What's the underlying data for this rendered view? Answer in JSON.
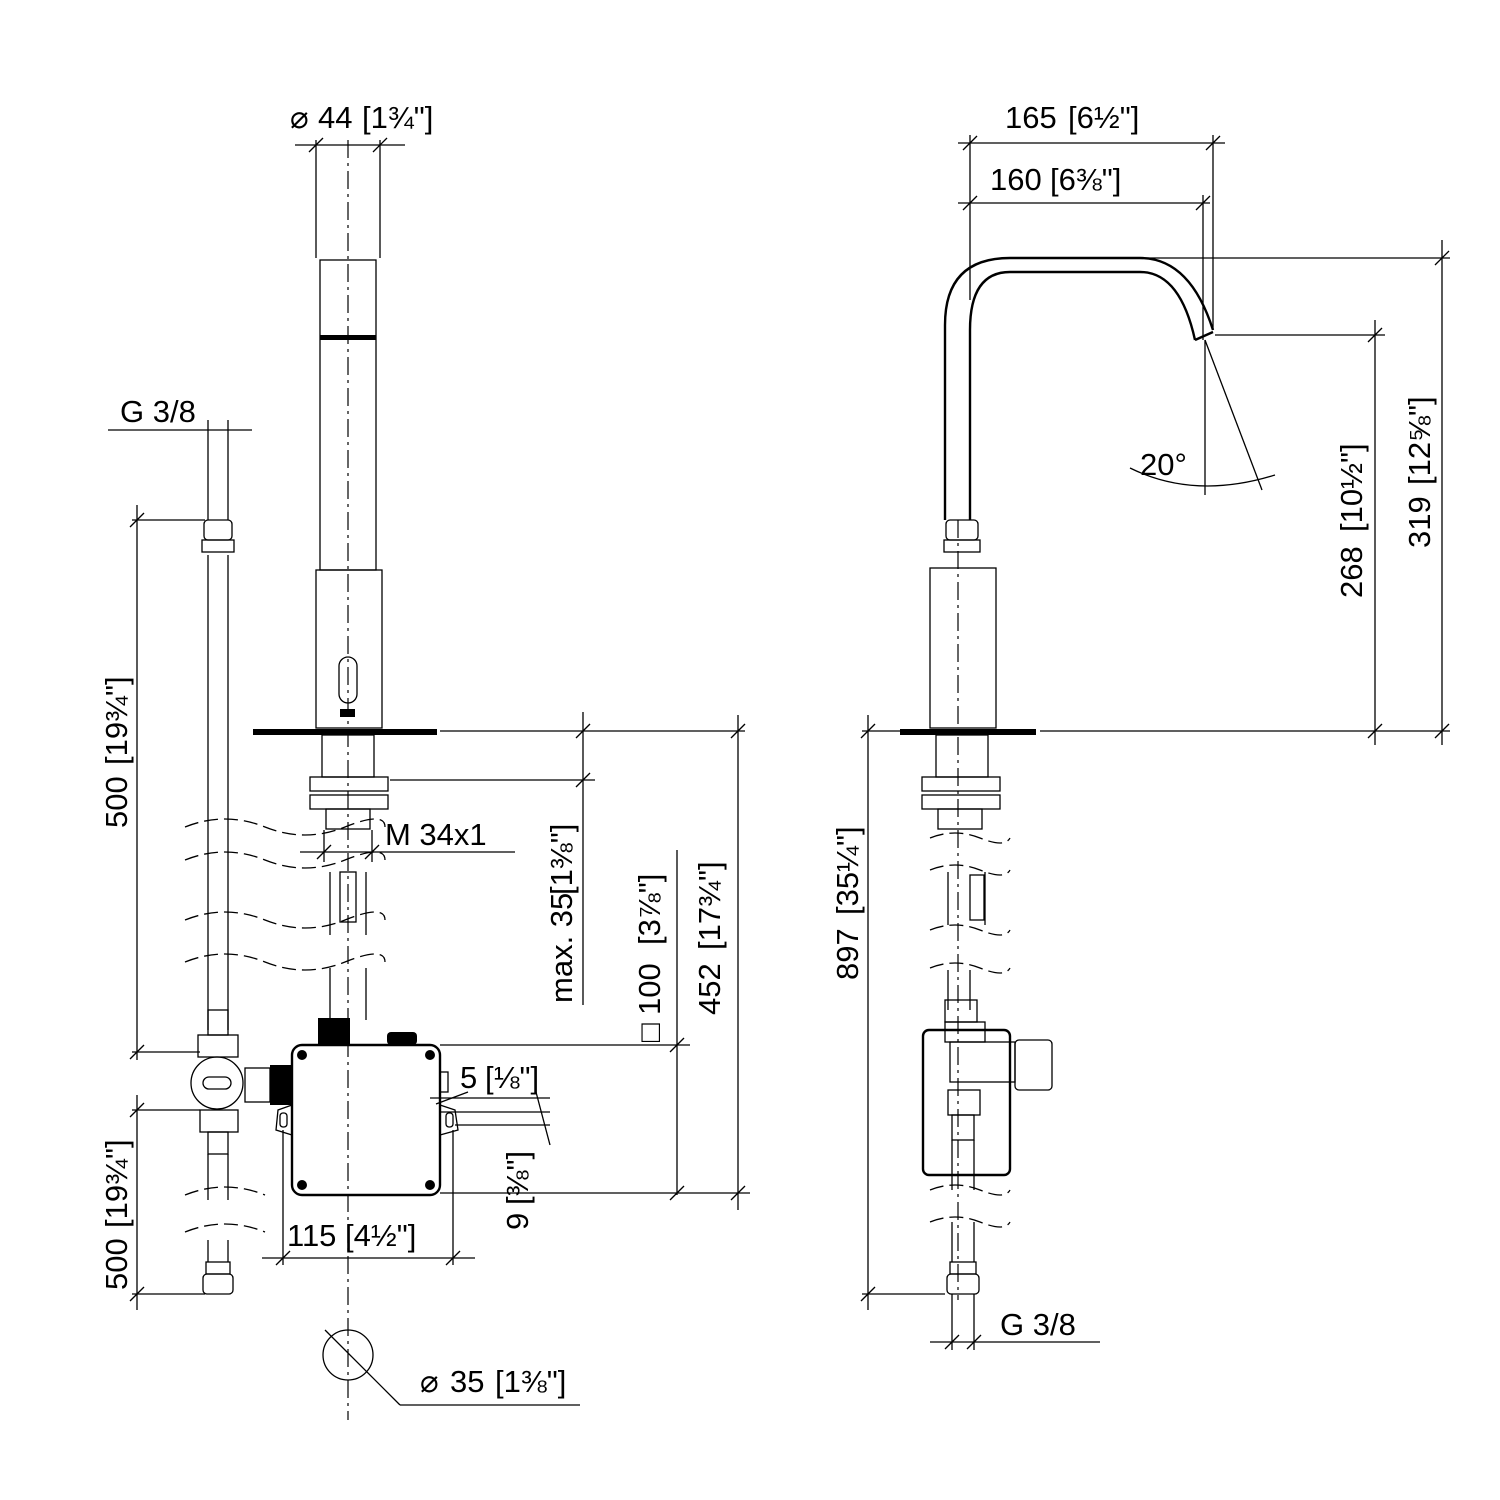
{
  "drawing": {
    "line_color": "#000000",
    "background": "#ffffff",
    "dimensions": {
      "dia44": {
        "symbol": "⌀",
        "mm": "44",
        "inch": "[1¾\"]"
      },
      "g38_left": {
        "label": "G 3/8"
      },
      "h500_top": {
        "mm": "500",
        "inch": "[19¾\"]"
      },
      "m34": {
        "label": "M 34x1"
      },
      "max35": {
        "mm": "max. 35",
        "inch": "[1⅜\"]"
      },
      "sq100": {
        "symbol": "□",
        "mm": "100",
        "inch": "[3⅞\"]"
      },
      "h452": {
        "mm": "452",
        "inch": "[17¾\"]"
      },
      "d5": {
        "mm": "5",
        "inch": "[⅛\"]"
      },
      "d9": {
        "mm": "9",
        "inch": "[⅜\"]"
      },
      "w115": {
        "mm": "115",
        "inch": "[4½\"]"
      },
      "h500_bot": {
        "mm": "500",
        "inch": "[19¾\"]"
      },
      "dia35": {
        "symbol": "⌀",
        "mm": "35",
        "inch": "[1⅜\"]"
      },
      "w165": {
        "mm": "165",
        "inch": "[6½\"]"
      },
      "w160": {
        "mm": "160",
        "inch": "[6⅜\"]"
      },
      "angle": {
        "label": "20°"
      },
      "h268": {
        "mm": "268",
        "inch": "[10½\"]"
      },
      "h319": {
        "mm": "319",
        "inch": "[12⅝\"]"
      },
      "h897": {
        "mm": "897",
        "inch": "[35¼\"]"
      },
      "g38_right": {
        "label": "G 3/8"
      }
    }
  }
}
